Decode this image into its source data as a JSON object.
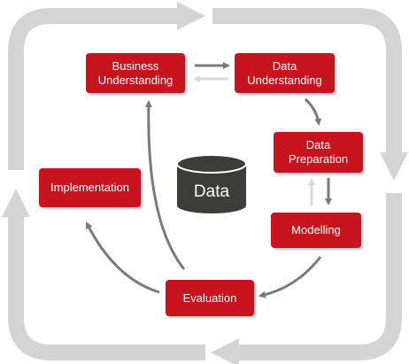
{
  "steps": {
    "business_understanding": "Business\nUnderstanding",
    "data_understanding": "Data\nUnderstanding",
    "data_preparation": "Data\nPreparation",
    "modelling": "Modelling",
    "evaluation": "Evaluation",
    "implementation": "Implementation"
  },
  "center": {
    "label": "Data"
  },
  "colors": {
    "step_fill": "#c8141e",
    "outer_cycle": "#d4d4d4",
    "flow_arrow": "#7a7a7a",
    "faint_arrow": "#d9d9d9",
    "data_store": "#3c3c3a"
  }
}
